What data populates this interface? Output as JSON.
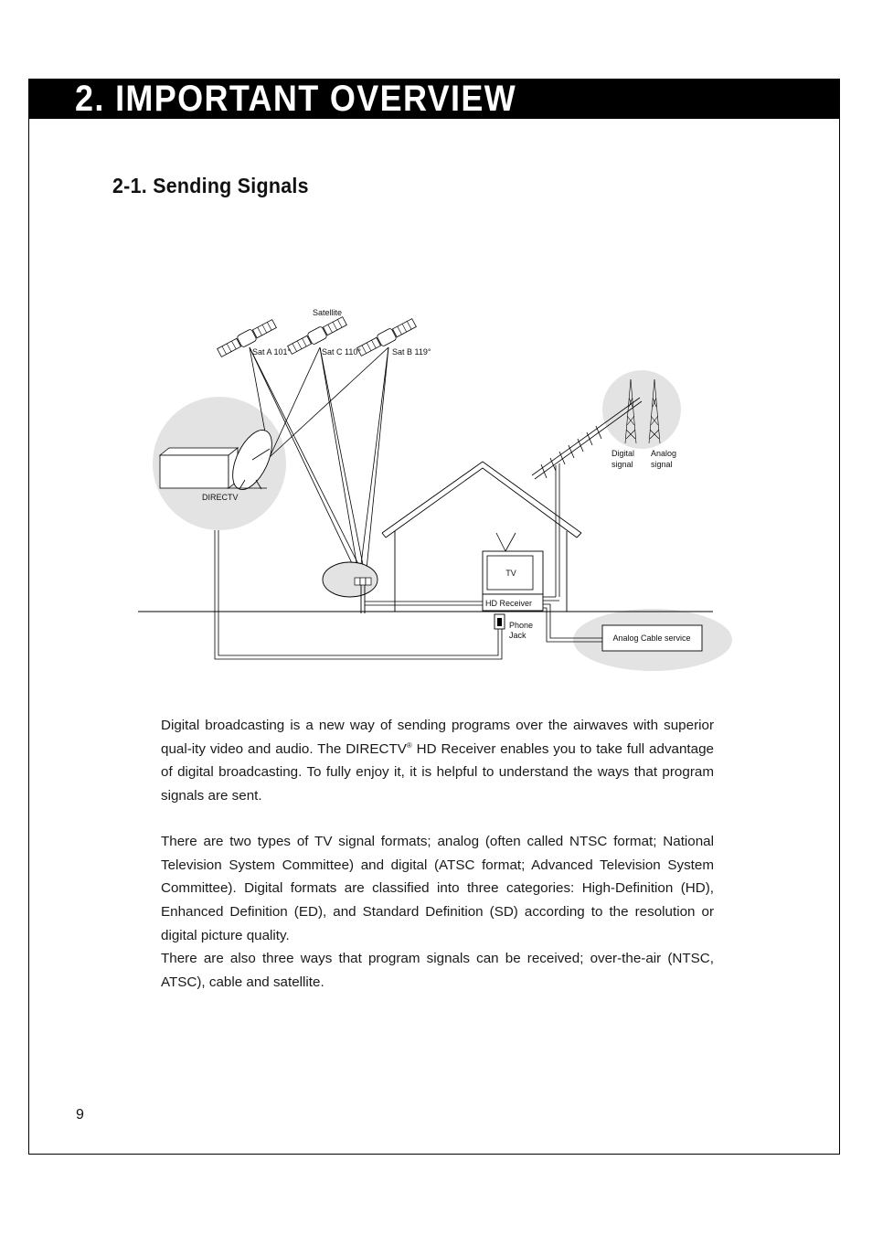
{
  "chapter": {
    "title": "2.  IMPORTANT OVERVIEW"
  },
  "section": {
    "title": "2-1. Sending Signals"
  },
  "diagram": {
    "labels": {
      "satellite": "Satellite",
      "sat_a": "Sat A 101°",
      "sat_c": "Sat C 110°",
      "sat_b": "Sat B 119°",
      "directv": "DIRECTV",
      "digital_line1": "Digital",
      "digital_line2": "signal",
      "analog_line1": "Analog",
      "analog_line2": "signal",
      "tv": "TV",
      "hd_receiver": "HD Receiver",
      "phone_line1": "Phone",
      "phone_line2": "Jack",
      "analog_cable": "Analog Cable service"
    }
  },
  "paragraphs": {
    "p1_before": "Digital broadcasting is a new way of sending programs over the airwaves with superior qual-ity video and audio.  The DIRECTV",
    "p1_reg": "®",
    "p1_after": " HD Receiver enables you to take full advantage of digital broadcasting.  To fully enjoy it, it is helpful to understand the ways that program signals are sent.",
    "p2": "There are two types of TV signal formats; analog (often called NTSC format; National Television System Committee) and digital (ATSC format; Advanced Television System Committee).  Digital formats are classified into three categories: High-Definition (HD), Enhanced Definition (ED), and Standard Definition (SD) according to the resolution or digital picture quality.",
    "p3": "There are also three ways that program signals can be received; over-the-air (NTSC, ATSC), cable and satellite."
  },
  "footer": {
    "page_number": "9"
  }
}
